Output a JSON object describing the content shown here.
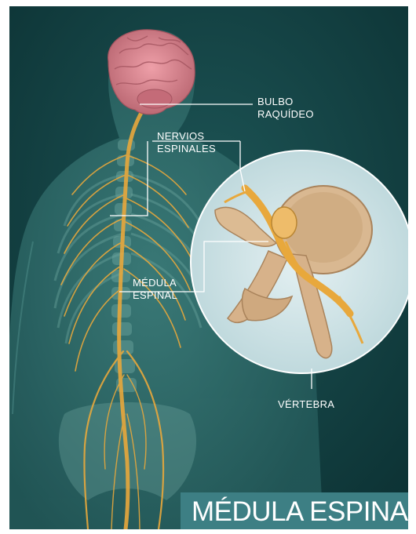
{
  "labels": {
    "bulbo": "BULBO\nRAQUÍDEO",
    "nervios": "NERVIOS\nESPINALES",
    "medula": "MÉDULA\nESPINAL",
    "vertebra": "VÉRTEBRA"
  },
  "banner_title": "MÉDULA ESPINAL",
  "colors": {
    "background": "#0f3a3c",
    "body": "#2f6d6c",
    "brain": "#d98c95",
    "nerve": "#e8a83c",
    "bone": "#d8b48c",
    "inset_circle": "#cfe3e6",
    "banner": "#3d7f84"
  }
}
